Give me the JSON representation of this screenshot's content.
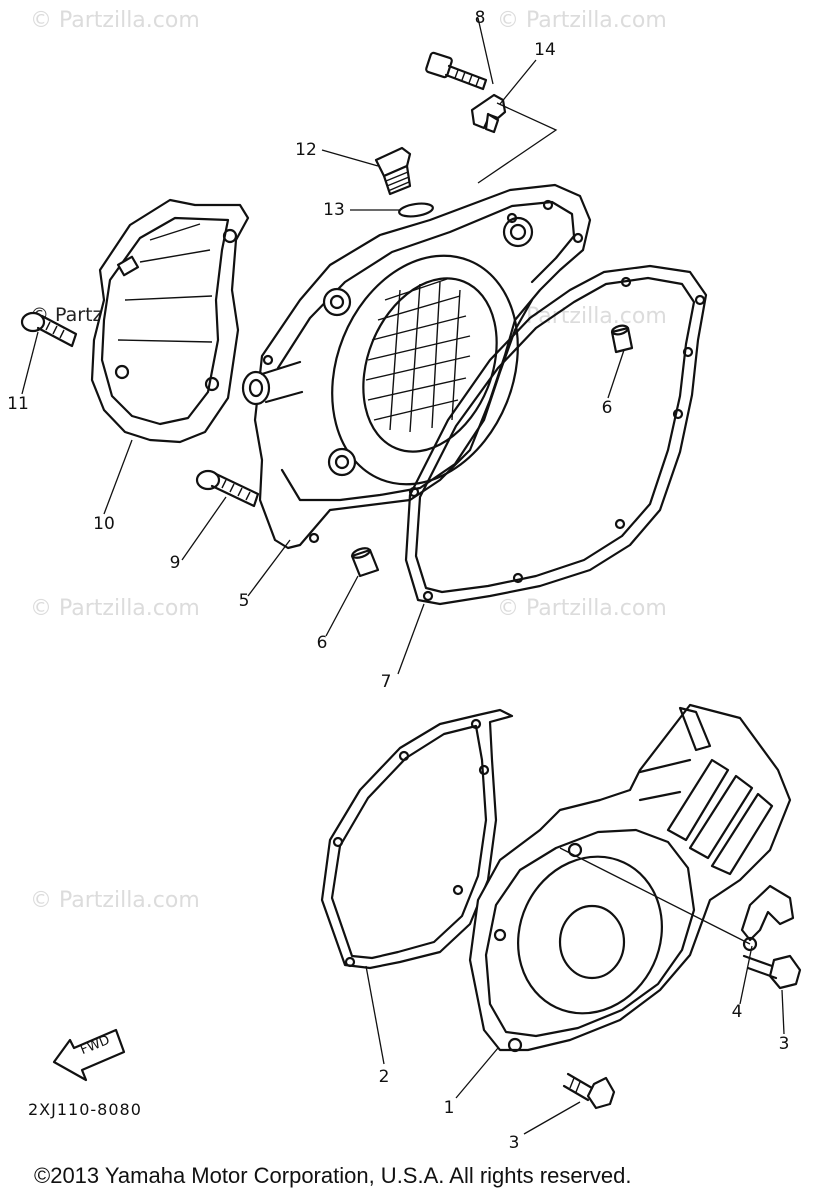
{
  "watermark": {
    "text": "© Partzilla.com"
  },
  "callouts": [
    {
      "id": "c8",
      "label": "8"
    },
    {
      "id": "c14",
      "label": "14"
    },
    {
      "id": "c12",
      "label": "12"
    },
    {
      "id": "c13",
      "label": "13"
    },
    {
      "id": "c11",
      "label": "11"
    },
    {
      "id": "c10",
      "label": "10"
    },
    {
      "id": "c6a",
      "label": "6"
    },
    {
      "id": "c9",
      "label": "9"
    },
    {
      "id": "c5",
      "label": "5"
    },
    {
      "id": "c6b",
      "label": "6"
    },
    {
      "id": "c7",
      "label": "7"
    },
    {
      "id": "c2",
      "label": "2"
    },
    {
      "id": "c4",
      "label": "4"
    },
    {
      "id": "c3a",
      "label": "3"
    },
    {
      "id": "c1",
      "label": "1"
    },
    {
      "id": "c3b",
      "label": "3"
    }
  ],
  "fwd_label": "FWD",
  "diagram_code": "2XJ110-8080",
  "copyright": "©2013  Yamaha Motor Corporation, U.S.A. All rights reserved."
}
